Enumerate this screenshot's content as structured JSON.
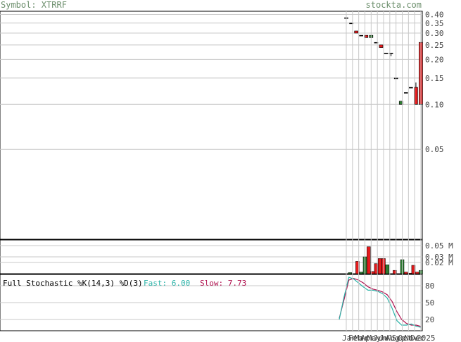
{
  "header": {
    "symbol_label": "Symbol: XTRRF",
    "site": "stockta.com"
  },
  "colors": {
    "up": "#2e7d32",
    "down": "#e31a1c",
    "grid": "#c8c8c8",
    "fast": "#2bb3a8",
    "slow": "#b0104e",
    "text_green": "#6b8e6b"
  },
  "chart_data": [
    {
      "type": "line",
      "subtype": "candlestick",
      "scale": "log",
      "y_ticks": [
        "0.40",
        "0.35",
        "0.30",
        "0.25",
        "0.20",
        "0.15",
        "0.10",
        "0.05"
      ],
      "ylim": [
        0.0125,
        0.42
      ],
      "x_labels": [
        "Jan",
        "Feb",
        "Mar",
        "Apr",
        "May",
        "Jun",
        "Jul",
        "Aug",
        "Sep",
        "Oct",
        "Nov",
        "Dec",
        "2025"
      ],
      "candles": [
        {
          "date": "2024-01",
          "open": 0.38,
          "high": 0.38,
          "low": 0.38,
          "close": 0.38
        },
        {
          "date": "2024-01",
          "open": 0.35,
          "high": 0.35,
          "low": 0.35,
          "close": 0.35
        },
        {
          "date": "2024-02",
          "open": 0.31,
          "high": 0.31,
          "low": 0.3,
          "close": 0.3
        },
        {
          "date": "2024-02",
          "open": 0.29,
          "high": 0.29,
          "low": 0.29,
          "close": 0.29
        },
        {
          "date": "2024-03",
          "open": 0.29,
          "high": 0.29,
          "low": 0.28,
          "close": 0.28
        },
        {
          "date": "2024-04",
          "open": 0.28,
          "high": 0.29,
          "low": 0.28,
          "close": 0.29
        },
        {
          "date": "2024-05",
          "open": 0.26,
          "high": 0.26,
          "low": 0.26,
          "close": 0.26
        },
        {
          "date": "2024-06",
          "open": 0.25,
          "high": 0.25,
          "low": 0.24,
          "close": 0.24
        },
        {
          "date": "2024-07",
          "open": 0.22,
          "high": 0.22,
          "low": 0.22,
          "close": 0.22
        },
        {
          "date": "2024-08",
          "open": 0.22,
          "high": 0.22,
          "low": 0.21,
          "close": 0.22
        },
        {
          "date": "2024-09",
          "open": 0.15,
          "high": 0.15,
          "low": 0.15,
          "close": 0.15
        },
        {
          "date": "2024-10",
          "open": 0.1,
          "high": 0.1,
          "low": 0.1,
          "close": 0.105
        },
        {
          "date": "2024-11",
          "open": 0.12,
          "high": 0.12,
          "low": 0.12,
          "close": 0.12
        },
        {
          "date": "2024-12",
          "open": 0.13,
          "high": 0.13,
          "low": 0.13,
          "close": 0.13
        },
        {
          "date": "2025-01",
          "open": 0.13,
          "high": 0.14,
          "low": 0.1,
          "close": 0.1
        },
        {
          "date": "2025-02",
          "open": 0.26,
          "high": 0.27,
          "low": 0.1,
          "close": 0.1
        }
      ]
    },
    {
      "type": "bar",
      "name": "volume",
      "y_ticks": [
        "0.05 M",
        "0.03 M",
        "0.02 M"
      ],
      "ylim": [
        0,
        0.06
      ],
      "values": [
        0.0,
        0.002,
        0.0,
        0.022,
        0.003,
        0.03,
        0.048,
        0.004,
        0.018,
        0.027,
        0.027,
        0.016,
        0.0,
        0.006,
        0.0,
        0.025,
        0.003,
        0.001,
        0.015,
        0.003,
        0.006
      ],
      "up": [
        false,
        true,
        false,
        false,
        true,
        true,
        false,
        false,
        false,
        false,
        false,
        true,
        false,
        false,
        false,
        true,
        false,
        false,
        false,
        false,
        true
      ]
    },
    {
      "type": "line",
      "name": "stochastic",
      "title": "Full Stochastic %K(14,3) %D(3)",
      "fast_label": "Fast: 6.00",
      "slow_label": "Slow: 7.73",
      "y_ticks": [
        "80",
        "50",
        "20"
      ],
      "ylim": [
        0,
        100
      ],
      "fast": [
        20,
        60,
        95,
        92,
        85,
        78,
        72,
        72,
        70,
        66,
        58,
        40,
        18,
        10,
        10,
        12,
        8,
        6
      ],
      "slow": [
        22,
        55,
        90,
        93,
        90,
        85,
        78,
        74,
        72,
        69,
        64,
        52,
        34,
        20,
        13,
        10,
        10,
        7.73
      ]
    }
  ]
}
